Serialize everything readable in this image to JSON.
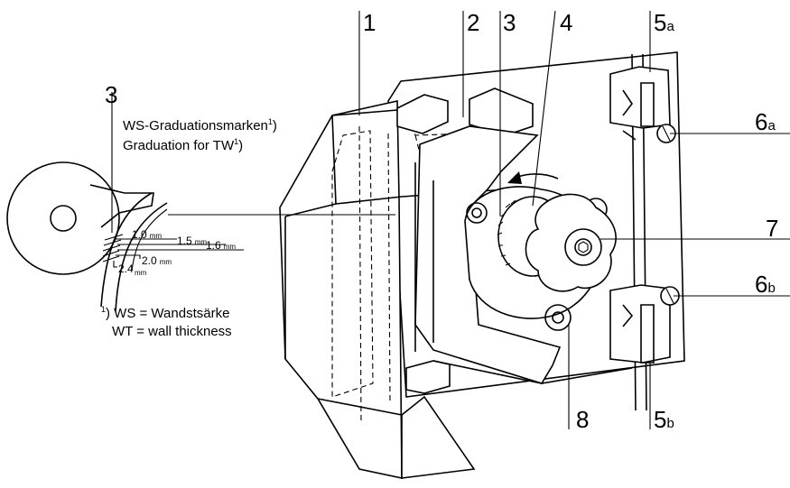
{
  "callouts": {
    "c1": "1",
    "c2": "2",
    "c3": "3",
    "c4": "4",
    "c5a": "5",
    "c5a_sub": "a",
    "c5b": "5",
    "c5b_sub": "b",
    "c6a": "6",
    "c6a_sub": "a",
    "c6b": "6",
    "c6b_sub": "b",
    "c7": "7",
    "c8": "8",
    "detail_3": "3"
  },
  "detail": {
    "line1_text": "WS-Graduationsmarken",
    "line1_sup": "1",
    "line1_close": ")",
    "line2_text": "Graduation for TW",
    "line2_sup": "1",
    "line2_close": ")",
    "marks": [
      {
        "value": "1.0",
        "unit": "mm"
      },
      {
        "value": "1.5",
        "unit": "mm"
      },
      {
        "value": "1.6",
        "unit": "mm"
      },
      {
        "value": "2.0",
        "unit": "mm"
      },
      {
        "value": "2.4",
        "unit": "mm"
      }
    ]
  },
  "footnote": {
    "sup": "1",
    "line1": ") WS = Wandstsärke",
    "line2": "WT = wall thickness"
  }
}
